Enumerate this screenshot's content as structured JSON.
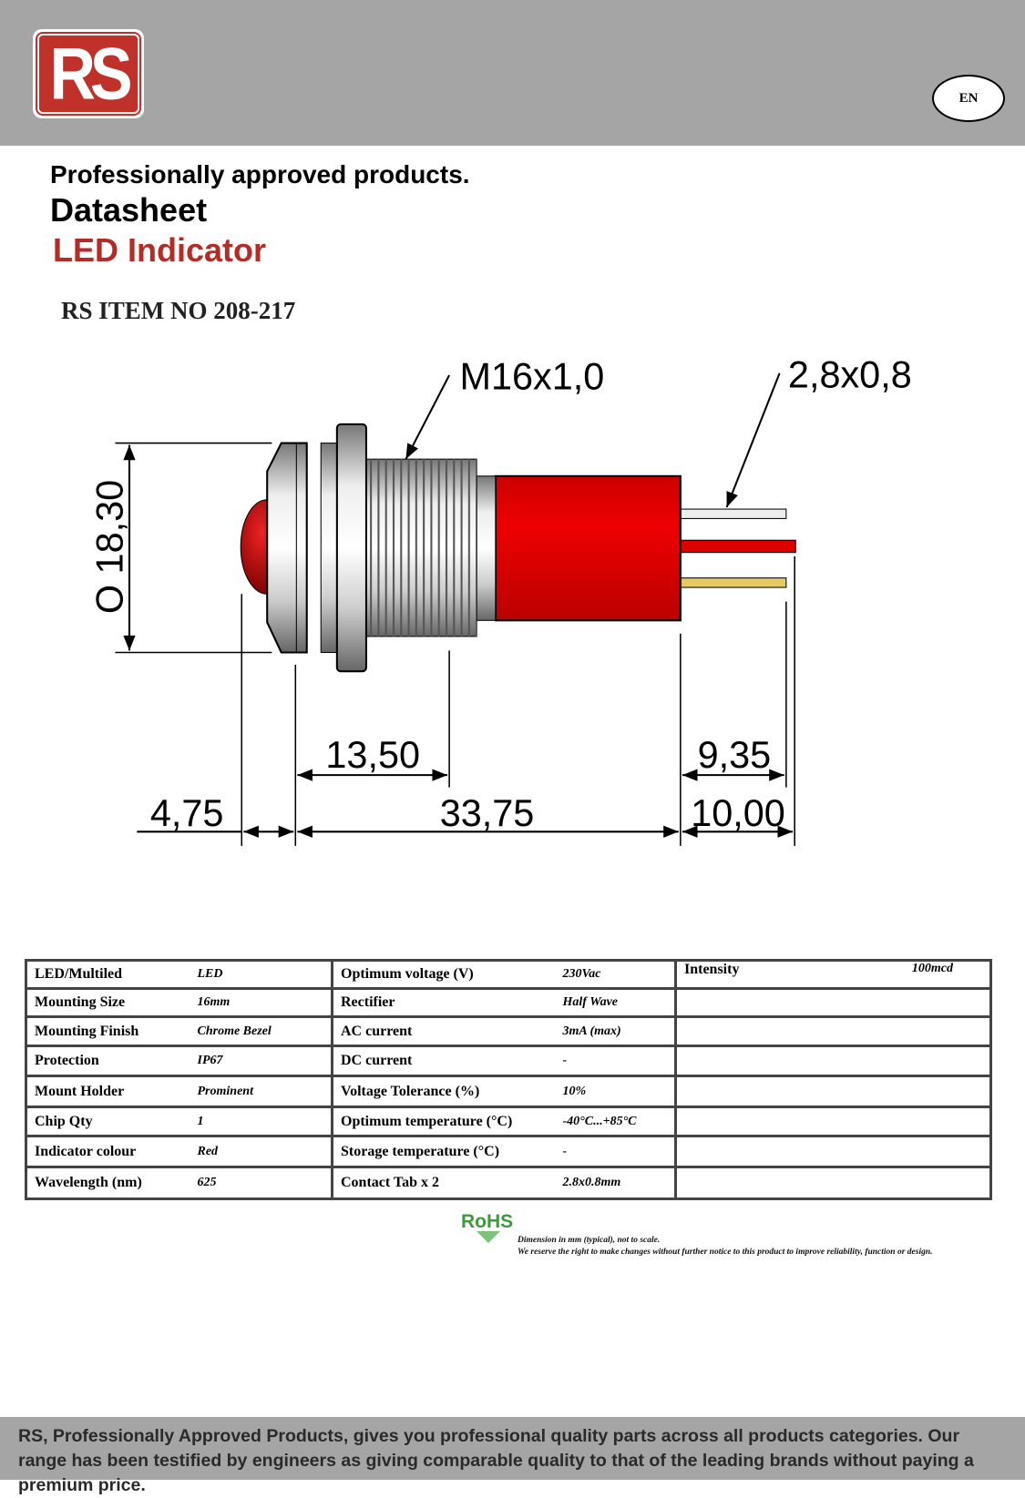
{
  "header": {
    "logo_text": "RS",
    "language": "EN"
  },
  "titles": {
    "tagline": "Professionally approved products.",
    "doc_type": "Datasheet",
    "product": "LED Indicator",
    "item_no": "RS ITEM NO 208-217"
  },
  "drawing": {
    "thread": "M16x1,0",
    "tab": "2,8x0,8",
    "diameter": "O 18,30",
    "dim_13_50": "13,50",
    "dim_9_35": "9,35",
    "dim_4_75": "4,75",
    "dim_33_75": "33,75",
    "dim_10_00": "10,00"
  },
  "colors": {
    "brand_red": "#c0312a",
    "header_grey": "#a5a5a5",
    "led_red": "#dd0000"
  },
  "table": {
    "rows": [
      {
        "l1": "LED/Multiled",
        "v1": "LED",
        "l2": "Optimum voltage (V)",
        "v2": "230Vac",
        "l3": "Intensity",
        "v3": "100mcd"
      },
      {
        "l1": "Mounting Size",
        "v1": "16mm",
        "l2": "Rectifier",
        "v2": "Half Wave",
        "l3": "",
        "v3": ""
      },
      {
        "l1": "Mounting Finish",
        "v1": "Chrome Bezel",
        "l2": "AC current",
        "v2": "3mA (max)",
        "l3": "",
        "v3": ""
      },
      {
        "l1": "Protection",
        "v1": "IP67",
        "l2": "DC current",
        "v2": "-",
        "l3": "",
        "v3": ""
      },
      {
        "l1": "Mount Holder",
        "v1": "Prominent",
        "l2": "Voltage Tolerance (%)",
        "v2": "10%",
        "l3": "",
        "v3": ""
      },
      {
        "l1": "Chip Qty",
        "v1": "1",
        "l2": "Optimum temperature (°C)",
        "v2": "-40°C...+85°C",
        "l3": "",
        "v3": ""
      },
      {
        "l1": "Indicator colour",
        "v1": "Red",
        "l2": "Storage temperature (°C)",
        "v2": "-",
        "l3": "",
        "v3": ""
      },
      {
        "l1": "Wavelength (nm)",
        "v1": "625",
        "l2": "Contact Tab x 2",
        "v2": "2.8x0.8mm",
        "l3": "",
        "v3": ""
      }
    ]
  },
  "rohs": "RoHS",
  "notes": {
    "line1": "Dimension in mm (typical), not to scale.",
    "line2": "We reserve the right to make changes without   further notice to this product to improve reliability, function or design."
  },
  "footer": "RS, Professionally Approved Products, gives you professional quality parts across all products categories. Our range has been testified by engineers as giving comparable quality to that of the leading brands without paying a premium price."
}
